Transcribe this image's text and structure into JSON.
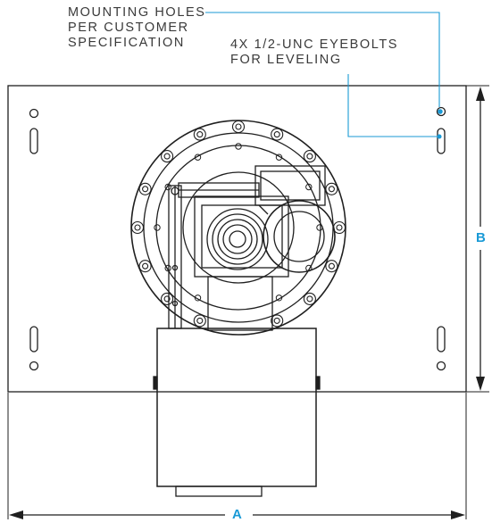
{
  "callouts": {
    "mounting_holes": [
      "MOUNTING HOLES",
      "PER CUSTOMER",
      "SPECIFICATION"
    ],
    "eyebolts": [
      "4X 1/2-UNC EYEBOLTS",
      "FOR LEVELING"
    ]
  },
  "dimensions": {
    "width": "A",
    "height": "B"
  },
  "colors": {
    "leader": "#1a9ad6",
    "dimension_label": "#1a9ad6",
    "line": "#1f1f1f"
  }
}
